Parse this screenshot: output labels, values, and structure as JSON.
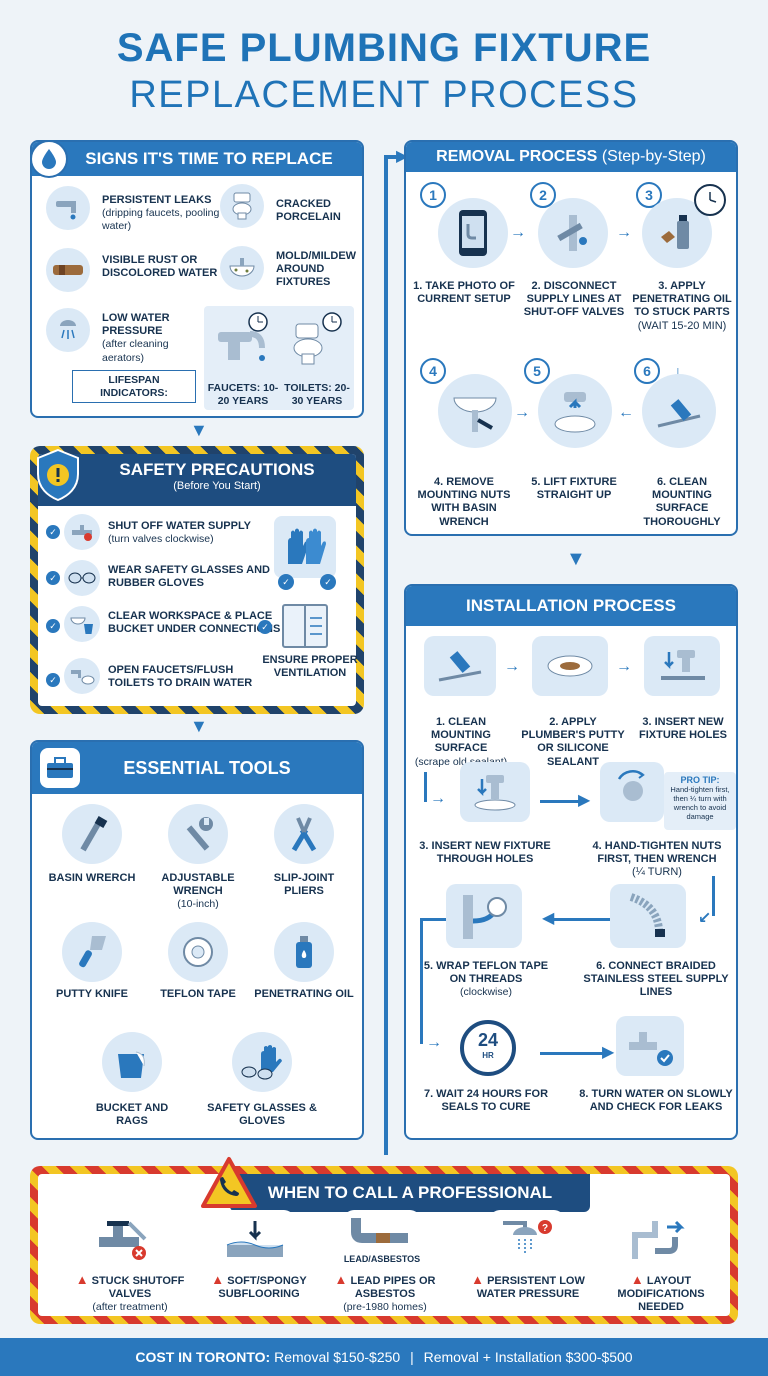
{
  "title": {
    "line1": "SAFE PLUMBING FIXTURE",
    "line2": "REPLACEMENT PROCESS"
  },
  "signs": {
    "header": "SIGNS IT'S TIME TO REPLACE",
    "items": [
      {
        "title": "PERSISTENT LEAKS",
        "sub": "(dripping faucets, pooling water)"
      },
      {
        "title": "VISIBLE RUST OR DISCOLORED WATER",
        "sub": ""
      },
      {
        "title": "LOW WATER PRESSURE",
        "sub": "(after cleaning aerators)"
      },
      {
        "title": "CRACKED PORCELAIN",
        "sub": ""
      },
      {
        "title": "MOLD/MILDEW AROUND FIXTURES",
        "sub": ""
      }
    ],
    "lifespan_label": "LIFESPAN INDICATORS:",
    "faucets": "FAUCETS: 10-20 YEARS",
    "toilets": "TOILETS: 20-30 YEARS"
  },
  "safety": {
    "header": "SAFETY PRECAUTIONS",
    "subheader": "(Before You Start)",
    "items": [
      {
        "title": "SHUT OFF WATER SUPPLY",
        "sub": "(turn valves clockwise)"
      },
      {
        "title": "WEAR SAFETY GLASSES AND RUBBER GLOVES",
        "sub": ""
      },
      {
        "title": "CLEAR WORKSPACE & PLACE BUCKET UNDER CONNECTIONS",
        "sub": ""
      },
      {
        "title": "OPEN FAUCETS/FLUSH TOILETS TO DRAIN WATER",
        "sub": ""
      }
    ],
    "ventilation": "ENSURE PROPER VENTILATION"
  },
  "tools": {
    "header": "ESSENTIAL TOOLS",
    "items": [
      {
        "title": "BASIN WRERCH",
        "sub": ""
      },
      {
        "title": "ADJUSTABLE WRENCH",
        "sub": "(10-inch)"
      },
      {
        "title": "SLIP-JOINT PLIERS",
        "sub": ""
      },
      {
        "title": "PUTTY KNIFE",
        "sub": ""
      },
      {
        "title": "TEFLON TAPE",
        "sub": ""
      },
      {
        "title": "PENETRATING OIL",
        "sub": ""
      },
      {
        "title": "BUCKET AND RAGS",
        "sub": ""
      },
      {
        "title": "SAFETY GLASSES & GLOVES",
        "sub": ""
      }
    ]
  },
  "removal": {
    "header": "REMOVAL PROCESS",
    "header_sub": "(Step-by-Step)",
    "steps": [
      {
        "num": "1",
        "title": "1. TAKE PHOTO OF CURRENT SETUP",
        "sub": ""
      },
      {
        "num": "2",
        "title": "2. DISCONNECT SUPPLY LINES AT SHUT-OFF VALVES",
        "sub": ""
      },
      {
        "num": "3",
        "title": "3. APPLY PENETRATING OIL TO STUCK PARTS",
        "sub": "(WAIT 15-20 MIN)"
      },
      {
        "num": "4",
        "title": "4. REMOVE MOUNTING NUTS WITH BASIN WRENCH",
        "sub": ""
      },
      {
        "num": "5",
        "title": "5. LIFT FIXTURE STRAIGHT UP",
        "sub": ""
      },
      {
        "num": "6",
        "title": "6. CLEAN MOUNTING SURFACE THOROUGHLY",
        "sub": ""
      }
    ]
  },
  "installation": {
    "header": "INSTALLATION PROCESS",
    "steps": [
      {
        "title": "1. CLEAN MOUNTING SURFACE",
        "sub": "(scrape old sealant)"
      },
      {
        "title": "2. APPLY PLUMBER'S PUTTY OR SILICONE SEALANT",
        "sub": ""
      },
      {
        "title": "3. INSERT NEW FIXTURE HOLES",
        "sub": ""
      },
      {
        "title": "3. INSERT NEW FIXTURE THROUGH HOLES",
        "sub": ""
      },
      {
        "title": "4. HAND-TIGHTEN NUTS FIRST, THEN WRENCH",
        "sub": "(¼ turn)"
      },
      {
        "title": "5. WRAP TEFLON TAPE ON THREADS",
        "sub": "(clockwise)"
      },
      {
        "title": "6. CONNECT BRAIDED STAINLESS STEEL SUPPLY LINES",
        "sub": ""
      },
      {
        "title": "7. WAIT 24 HOURS FOR SEALS TO CURE",
        "sub": ""
      },
      {
        "title": "8. TURN WATER ON SLOWLY AND CHECK FOR LEAKS",
        "sub": ""
      }
    ],
    "pro_tip_label": "PRO TIP:",
    "pro_tip_text": "Hand-tighten first, then ¼ turn with wrench to avoid damage",
    "timer_label": "24",
    "timer_unit": "HR"
  },
  "professional": {
    "header": "WHEN TO CALL A PROFESSIONAL",
    "lead_tag": "LEAD/ASBESTOS",
    "items": [
      {
        "title": "STUCK SHUTOFF VALVES",
        "sub": "(after treatment)"
      },
      {
        "title": "SOFT/SPONGY SUBFLOORING",
        "sub": ""
      },
      {
        "title": "LEAD PIPES OR ASBESTOS",
        "sub": "(pre-1980 homes)"
      },
      {
        "title": "PERSISTENT LOW WATER PRESSURE",
        "sub": ""
      },
      {
        "title": "LAYOUT MODIFICATIONS NEEDED",
        "sub": ""
      }
    ]
  },
  "footer": {
    "label": "COST IN TORONTO:",
    "removal": "Removal $150-$250",
    "separator": "|",
    "install": "Removal + Installation $300-$500"
  },
  "colors": {
    "primary": "#2a78bd",
    "navy": "#17324f",
    "hazard_yellow": "#f3c623",
    "alert_red": "#d83a2e"
  }
}
